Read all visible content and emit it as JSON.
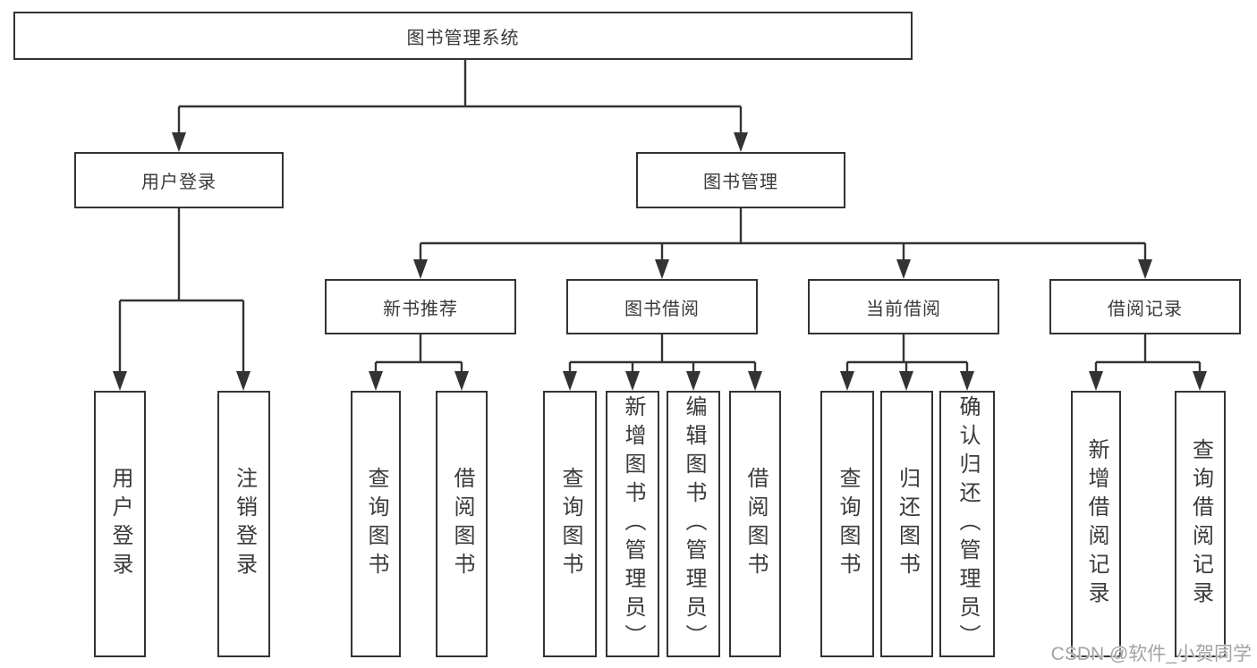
{
  "diagram": {
    "root": {
      "label": "图书管理系统"
    },
    "branches": [
      {
        "label": "用户登录",
        "children": [
          {
            "label": "用户登录"
          },
          {
            "label": "注销登录"
          }
        ]
      },
      {
        "label": "图书管理",
        "children": [
          {
            "label": "新书推荐",
            "children": [
              {
                "label": "查询图书"
              },
              {
                "label": "借阅图书"
              }
            ]
          },
          {
            "label": "图书借阅",
            "children": [
              {
                "label": "查询图书"
              },
              {
                "label": "新增图书（管理员）"
              },
              {
                "label": "编辑图书（管理员）"
              },
              {
                "label": "借阅图书"
              }
            ]
          },
          {
            "label": "当前借阅",
            "children": [
              {
                "label": "查询图书"
              },
              {
                "label": "归还图书"
              },
              {
                "label": "确认归还（管理员）"
              }
            ]
          },
          {
            "label": "借阅记录",
            "children": [
              {
                "label": "新增借阅记录"
              },
              {
                "label": "查询借阅记录"
              }
            ]
          }
        ]
      }
    ],
    "watermark": "CSDN @软件_小贺同学",
    "colors": {
      "line": "#333333",
      "text": "#3a3a3a",
      "background": "#ffffff",
      "watermark": "#a3a3a3"
    }
  }
}
